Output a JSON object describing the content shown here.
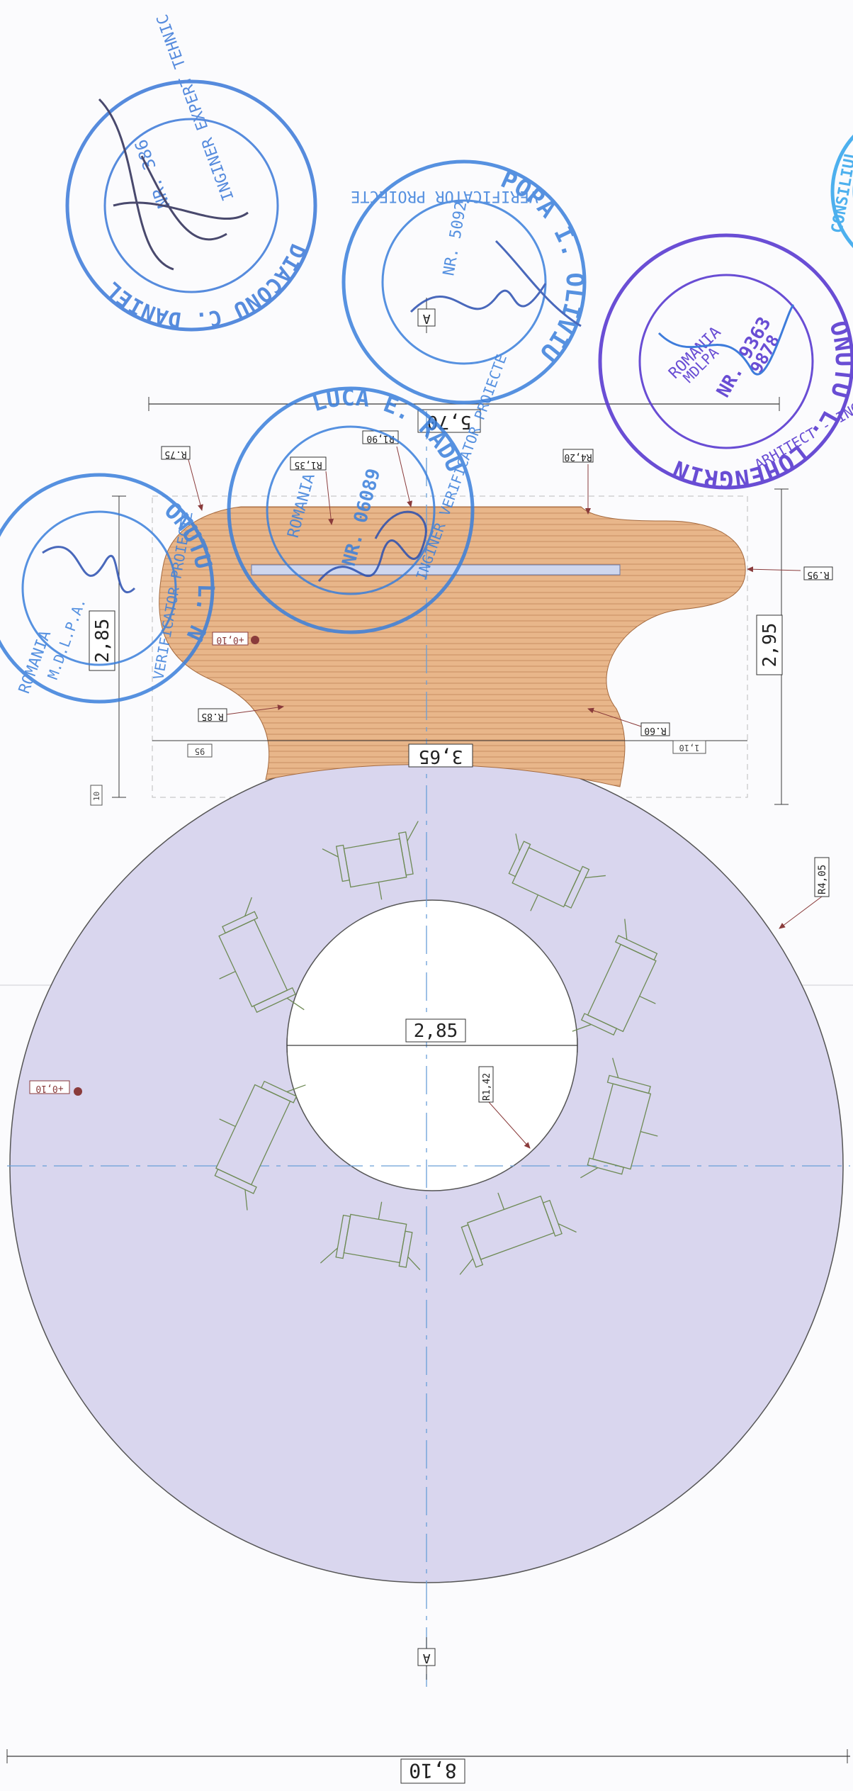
{
  "drawing": {
    "section_marker": "A",
    "dimensions": {
      "overall_width": "8,10",
      "neck_width": "3,65",
      "top_width": "5,70",
      "hole_diameter": "2,85",
      "left_height": "2,85",
      "right_height": "2,95"
    },
    "radii": {
      "outer_circle": "R4,05",
      "inner_hole": "R1,42",
      "r75": "R.75",
      "r85": "R.85",
      "r60": "R.60",
      "r95": "R.95",
      "r135": "R1,35",
      "r190": "R1,90",
      "r420": "R4,20"
    },
    "elevation_marks": {
      "upper": "+0,10",
      "lower": "+0,10"
    },
    "small_labels": {
      "left_lower": "95",
      "right_lower": "1,10",
      "edge_left": "10"
    },
    "colors": {
      "circle_fill": "#d9d6ee",
      "platform_fill": "#e8b68a",
      "dimension_line": "#3b3b3b",
      "arrow": "#8a3b3b",
      "axis": "#6a9fd8",
      "furniture": "#6e8a55"
    }
  },
  "stamps": [
    {
      "id": "diaconu",
      "ring": "DIACONU C. DANIEL",
      "inner": "INGINER EXPERT TEHNIC",
      "nr": "NR. 386",
      "color": "#3a78d8"
    },
    {
      "id": "popa",
      "ring": "POPA I. OLIVIU",
      "inner": "VERIFICATOR PROIECTE",
      "nr": "NR. 5092",
      "color": "#3a7fdc"
    },
    {
      "id": "onutu-violet",
      "ring": "ONUTU L. LOHENGRIN",
      "inner": "ARHITECT - INGINER VERIFICATOR PROIECTE",
      "country": "ROMANIA",
      "org": "MDLPA",
      "nr": "NR. 9363",
      "nr2": "9878",
      "color": "#5a3bd0"
    },
    {
      "id": "luca",
      "ring": "LUCA E. RADU",
      "inner": "INGINER VERIFICATOR PROIECTE",
      "country": "ROMANIA",
      "nr": "NR. 06089",
      "color": "#3a7fdc"
    },
    {
      "id": "onutu-blue",
      "ring": "ONUTU L. N",
      "inner": "VERIFICATOR PROIECTE",
      "country": "ROMANIA",
      "org": "M.D.L.P.A.",
      "color": "#3a7fdc"
    },
    {
      "id": "edge",
      "ring": "CONSILIUL",
      "color": "#2fa4ec"
    }
  ]
}
